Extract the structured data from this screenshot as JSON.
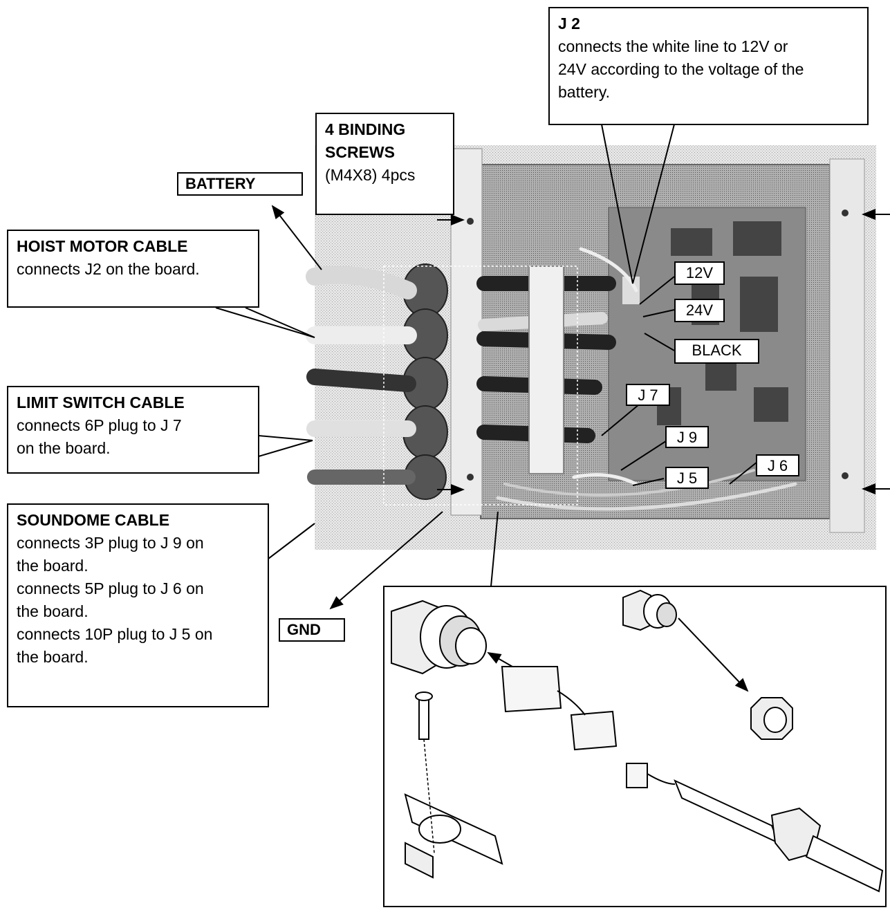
{
  "callouts": {
    "j2": {
      "title": "J 2",
      "lines": [
        "connects the white line to 12V or",
        "24V according to the voltage of the",
        "battery."
      ]
    },
    "binding": {
      "title_lines": [
        "4 BINDING",
        "SCREWS"
      ],
      "detail": "(M4X8) 4pcs"
    },
    "hoist": {
      "title": "HOIST MOTOR CABLE",
      "lines": [
        "connects J2 on the board."
      ]
    },
    "limit": {
      "title": "LIMIT SWITCH CABLE",
      "lines": [
        "connects 6P plug to J 7",
        "on the board."
      ]
    },
    "soundome": {
      "title": "SOUNDOME CABLE",
      "lines": [
        "connects 3P plug to J 9 on",
        "the board.",
        "connects 5P plug to J 6 on",
        "the board.",
        "connects 10P plug to J 5 on",
        "the board."
      ]
    }
  },
  "tags": {
    "battery": "BATTERY",
    "gnd": "GND",
    "v12": "12V",
    "v24": "24V",
    "black": "BLACK",
    "j7": "J 7",
    "j9": "J 9",
    "j5": "J 5",
    "j6": "J 6"
  }
}
